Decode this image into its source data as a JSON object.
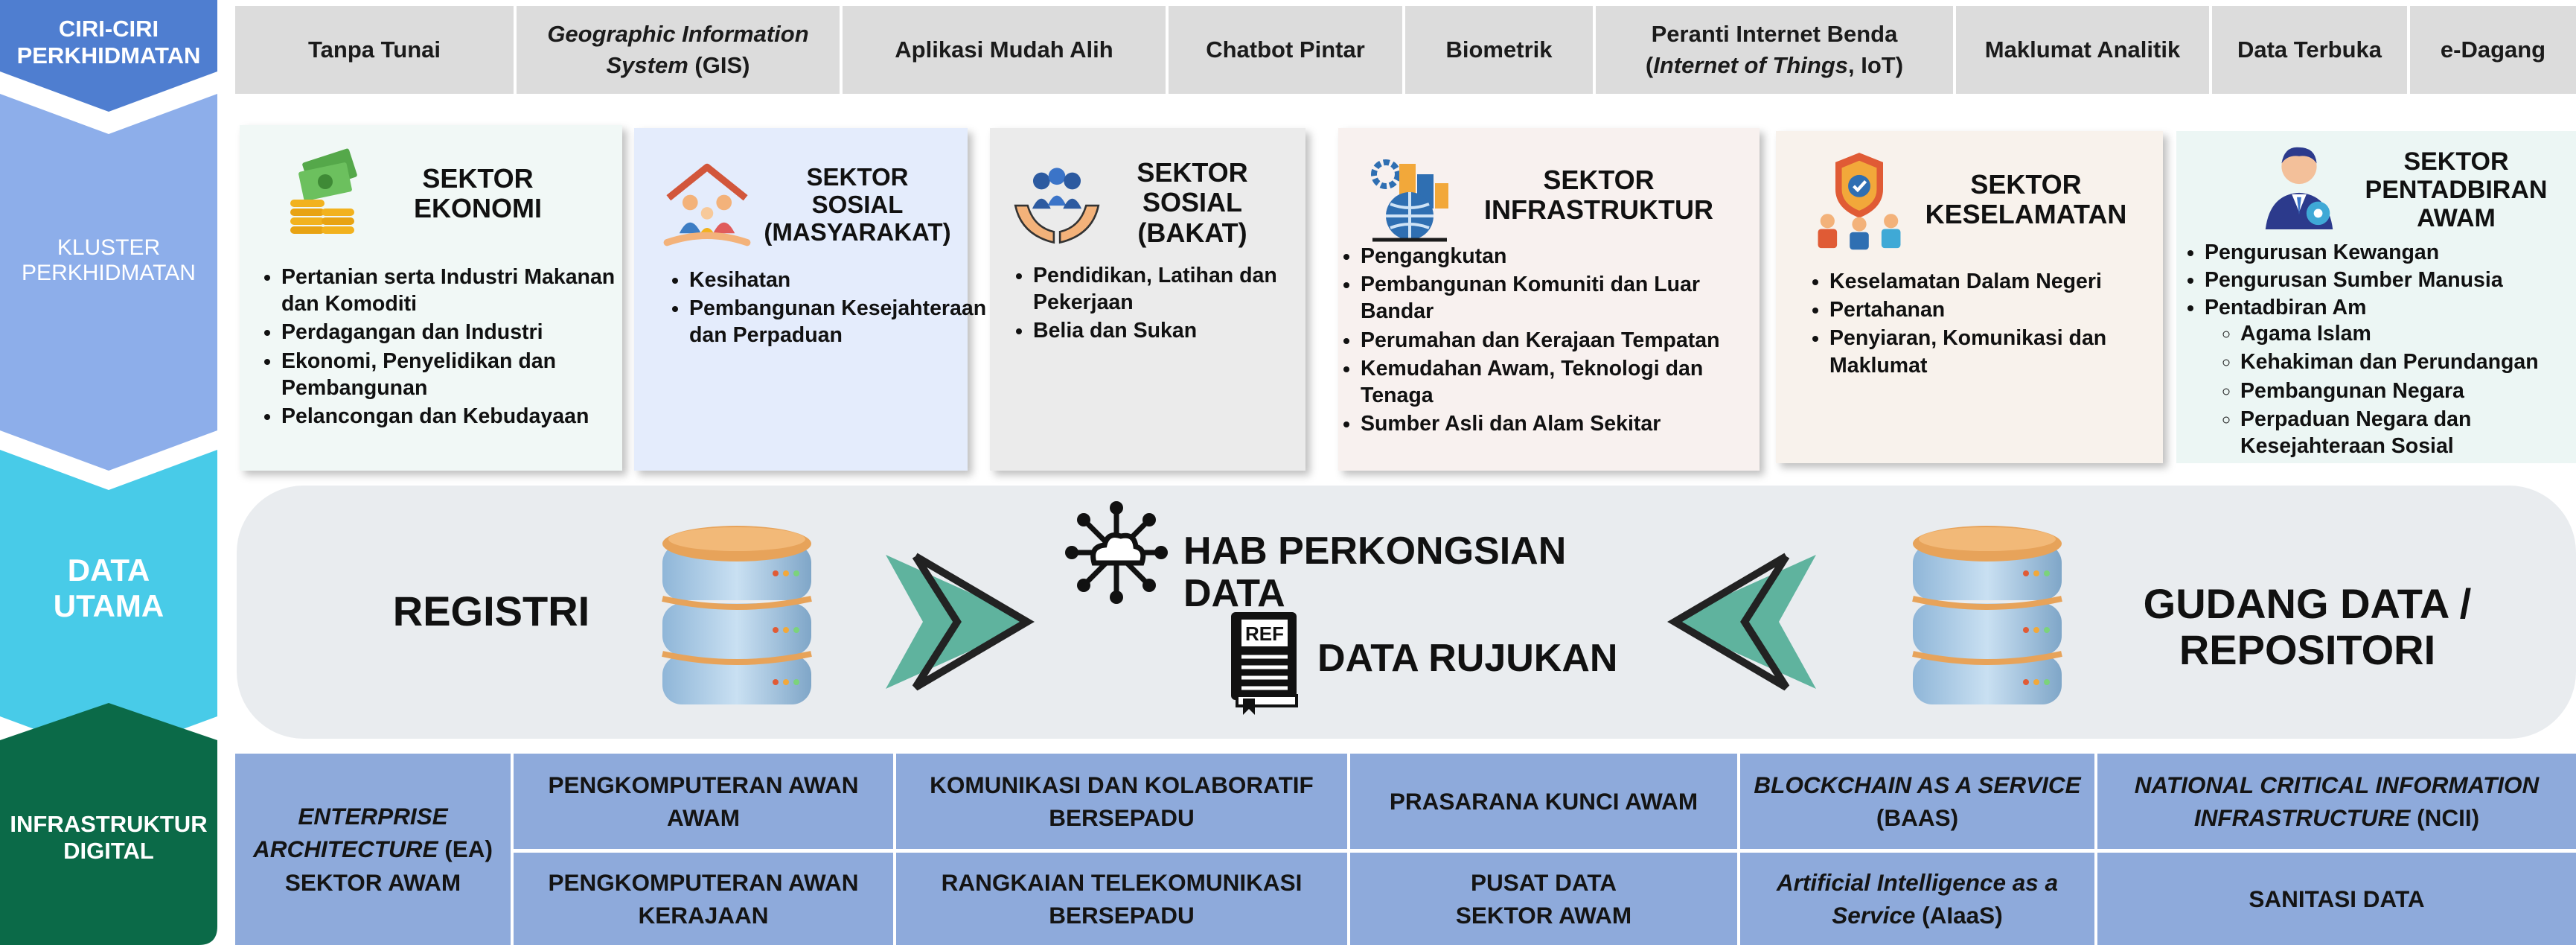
{
  "rows": {
    "ciri": [
      "CIRI-CIRI",
      "PERKHIDMATAN"
    ],
    "kluster": [
      "KLUSTER",
      "PERKHIDMATAN"
    ],
    "data": [
      "DATA",
      "UTAMA"
    ],
    "infra": [
      "INFRASTRUKTUR",
      "DIGITAL"
    ]
  },
  "features": [
    {
      "label": "Tanpa Tunai"
    },
    {
      "italic": "Geographic Information",
      "italic2": "System",
      "rest": " (GIS)"
    },
    {
      "label": "Aplikasi Mudah Alih"
    },
    {
      "label": "Chatbot Pintar"
    },
    {
      "label": "Biometrik"
    },
    {
      "line1": "Peranti Internet Benda",
      "pre": "(",
      "italic": "Internet of Things",
      "rest": ", IoT)"
    },
    {
      "label": "Maklumat Analitik"
    },
    {
      "label": "Data Terbuka"
    },
    {
      "label": "e-Dagang"
    }
  ],
  "sectors": {
    "ekonomi": {
      "title": [
        "SEKTOR",
        "EKONOMI"
      ],
      "items": [
        "Pertanian serta Industri Makanan dan Komoditi",
        "Perdagangan dan Industri",
        "Ekonomi, Penyelidikan dan Pembangunan",
        "Pelancongan dan Kebudayaan"
      ]
    },
    "masyarakat": {
      "title": [
        "SEKTOR",
        "SOSIAL",
        "(MASYARAKAT)"
      ],
      "items": [
        "Kesihatan",
        "Pembangunan Kesejahteraan dan Perpaduan"
      ]
    },
    "bakat": {
      "title": [
        "SEKTOR",
        "SOSIAL",
        "(BAKAT)"
      ],
      "items": [
        "Pendidikan, Latihan dan Pekerjaan",
        "Belia dan Sukan"
      ]
    },
    "infrastruktur": {
      "title": [
        "SEKTOR",
        "INFRASTRUKTUR"
      ],
      "items": [
        "Pengangkutan",
        "Pembangunan Komuniti dan Luar Bandar",
        "Perumahan dan Kerajaan Tempatan",
        "Kemudahan Awam, Teknologi dan Tenaga",
        "Sumber Asli dan  Alam Sekitar"
      ]
    },
    "keselamatan": {
      "title": [
        "SEKTOR",
        "KESELAMATAN"
      ],
      "items": [
        "Keselamatan Dalam Negeri",
        "Pertahanan",
        "Penyiaran, Komunikasi dan Maklumat"
      ]
    },
    "pentadbiran": {
      "title": [
        "SEKTOR",
        "PENTADBIRAN",
        "AWAM"
      ],
      "items": [
        "Pengurusan Kewangan",
        "Pengurusan Sumber Manusia",
        "Pentadbiran Am"
      ],
      "subitems": [
        "Agama Islam",
        "Kehakiman dan Perundangan",
        "Pembangunan Negara",
        "Perpaduan Negara dan Kesejahteraan Sosial"
      ]
    }
  },
  "data_section": {
    "registri": "REGISTRI",
    "hab": "HAB PERKONGSIAN DATA",
    "rujukan": "DATA RUJUKAN",
    "ref_label": "REF",
    "gudang": [
      "GUDANG DATA /",
      "REPOSITORI"
    ]
  },
  "infra": {
    "ea": {
      "italic1": "ENTERPRISE",
      "italic2": "ARCHITECTURE",
      "rest": " (EA)",
      "line3": "SEKTOR AWAM"
    },
    "awan_awam": [
      "PENGKOMPUTERAN AWAN",
      "AWAM"
    ],
    "awan_kerajaan": [
      "PENGKOMPUTERAN AWAN",
      "KERAJAAN"
    ],
    "komunikasi": [
      "KOMUNIKASI DAN KOLABORATIF",
      "BERSEPADU"
    ],
    "rangkaian": [
      "RANGKAIAN TELEKOMUNIKASI",
      "BERSEPADU"
    ],
    "prasarana": "PRASARANA KUNCI AWAM",
    "pusat_data": [
      "PUSAT DATA",
      "SEKTOR AWAM"
    ],
    "blockchain": {
      "italic": "BLOCKCHAIN AS A SERVICE",
      "line2": "(BAAS)"
    },
    "ai": {
      "italic1": "Artificial Intelligence as a",
      "italic2": "Service",
      "rest": " (AIaaS)"
    },
    "ncii": {
      "italic1": "NATIONAL CRITICAL INFORMATION",
      "italic2": "INFRASTRUCTURE",
      "rest": " (NCII)"
    },
    "sanitasi": "SANITASI DATA"
  },
  "colors": {
    "ciri": "#4f7ed0",
    "kluster": "#8daeea",
    "data": "#48cbe8",
    "infra": "#0b6a48",
    "cell": "#8eaadb",
    "arrow": "#5fb39e"
  }
}
